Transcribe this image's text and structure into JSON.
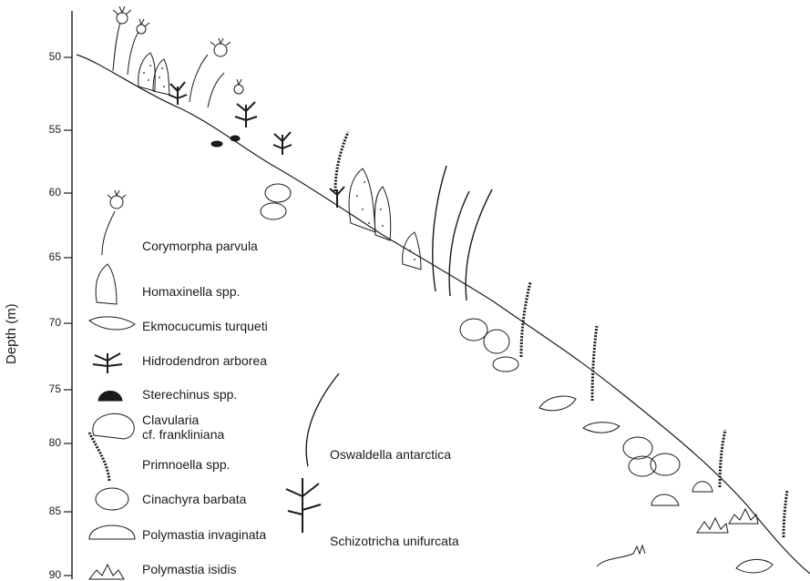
{
  "axis": {
    "title": "Depth  (m)",
    "ticks": [
      "50",
      "55",
      "60",
      "65",
      "70",
      "75",
      "80",
      "85",
      "90"
    ]
  },
  "legend": [
    {
      "label": "Corymorpha parvula",
      "icon": "corymorpha-icon"
    },
    {
      "label": "Homaxinella spp.",
      "icon": "homaxinella-icon"
    },
    {
      "label": "Ekmocucumis turqueti",
      "icon": "ekmocucumis-icon"
    },
    {
      "label": "Hidrodendron arborea",
      "icon": "hidrodendron-icon"
    },
    {
      "label": "Sterechinus spp.",
      "icon": "sterechinus-icon"
    },
    {
      "label": "Clavularia",
      "label2": "cf. frankliniana",
      "icon": "clavularia-icon"
    },
    {
      "label": "Primnoella spp.",
      "icon": "primnoella-icon"
    },
    {
      "label": "Cinachyra barbata",
      "icon": "cinachyra-icon"
    },
    {
      "label": "Polymastia invaginata",
      "icon": "polymastia-invaginata-icon"
    },
    {
      "label": "Polymastia isidis",
      "icon": "polymastia-isidis-icon"
    }
  ],
  "side_labels": {
    "oswaldella": "Oswaldella antarctica",
    "schizotricha": "Schizotricha unifurcata"
  }
}
